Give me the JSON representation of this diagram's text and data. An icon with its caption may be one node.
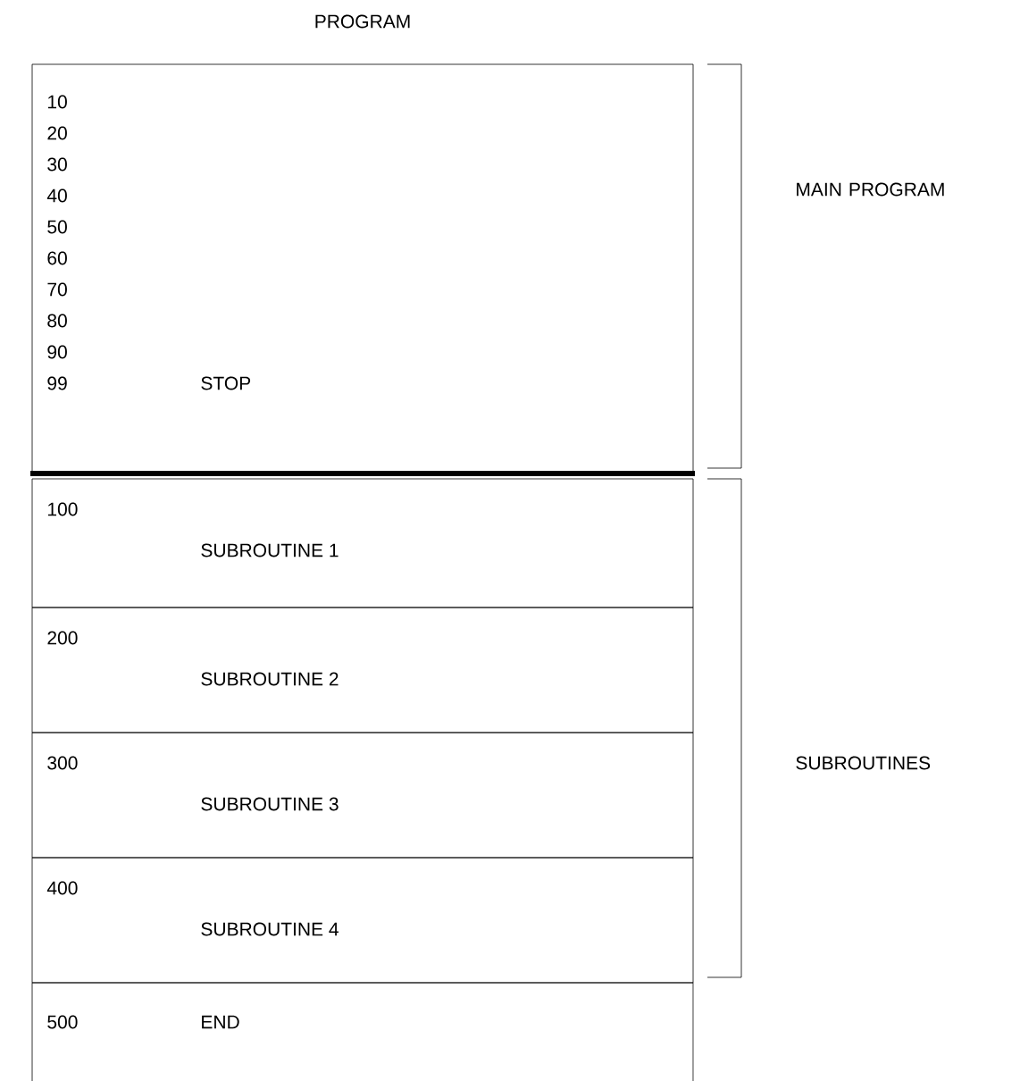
{
  "diagram": {
    "title": "PROGRAM",
    "nodes": [
      {
        "text": [
          "10",
          "20",
          "30",
          "40",
          "50",
          "60",
          "70",
          "80",
          "90",
          "99",
          "STOP"
        ]
      },
      {
        "text": [
          "100",
          "SUBROUTINE 1"
        ]
      },
      {
        "text": [
          "200",
          "SUBROUTINE 2"
        ]
      },
      {
        "text": [
          "300",
          "SUBROUTINE 3"
        ]
      },
      {
        "text": [
          "400",
          "SUBROUTINE 4"
        ]
      },
      {
        "text": [
          "500",
          "END"
        ]
      }
    ],
    "labels": [
      "MAIN PROGRAM",
      "SUBROUTINES"
    ]
  }
}
